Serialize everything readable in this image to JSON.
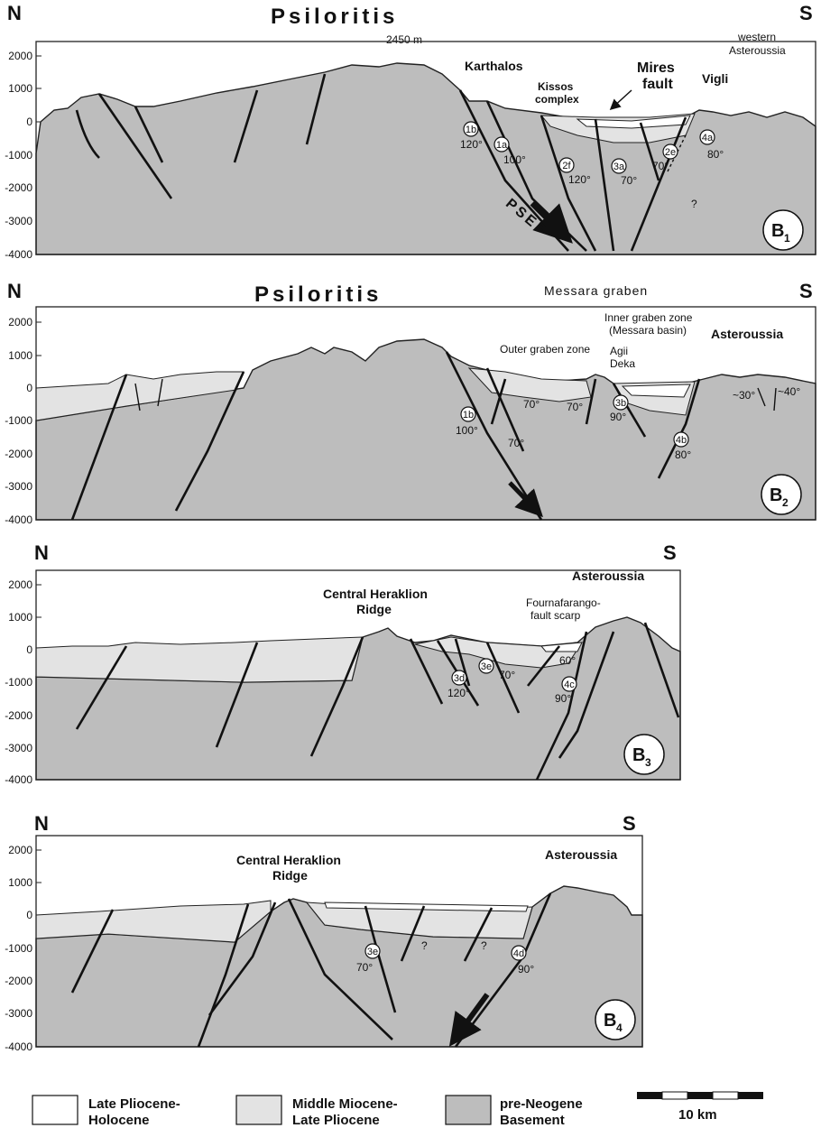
{
  "directions": {
    "north": "N",
    "south": "S"
  },
  "y_axis_ticks": [
    "2000",
    "1000",
    "0",
    "-1000",
    "-2000",
    "-3000",
    "-4000"
  ],
  "panels": {
    "b1": {
      "badge": "B",
      "badge_sub": "1",
      "title": "Psiloritis",
      "elevation": "2450 m",
      "karthalos": "Karthalos",
      "kissos_1": "Kissos",
      "kissos_2": "complex",
      "mires_1": "Mires",
      "mires_2": "fault",
      "vigli": "Vigli",
      "western_1": "western",
      "western_2": "Asteroussia",
      "psef": "PSEF",
      "question": "?",
      "faults": [
        {
          "id": "1b",
          "angle": "120°"
        },
        {
          "id": "1a",
          "angle": "100°"
        },
        {
          "id": "2f",
          "angle": "120°"
        },
        {
          "id": "3a",
          "angle": "70°"
        },
        {
          "id": "2e",
          "angle": "70°"
        },
        {
          "id": "4a",
          "angle": "80°"
        }
      ]
    },
    "b2": {
      "badge": "B",
      "badge_sub": "2",
      "title": "Psiloritis",
      "messara": "Messara graben",
      "inner_1": "Inner graben zone",
      "inner_2": "(Messara basin)",
      "asteroussia": "Asteroussia",
      "outer": "Outer graben zone",
      "agii_1": "Agii",
      "agii_2": "Deka",
      "dip_a": "70°",
      "dip_b": "70°",
      "dip_c": "70°",
      "dip_30": "~30°",
      "dip_40": "~40°",
      "faults": [
        {
          "id": "1b",
          "angle": "100°"
        },
        {
          "id": "3b",
          "angle": "90°"
        },
        {
          "id": "4b",
          "angle": "80°"
        }
      ]
    },
    "b3": {
      "badge": "B",
      "badge_sub": "3",
      "ridge_1": "Central Heraklion",
      "ridge_2": "Ridge",
      "asteroussia": "Asteroussia",
      "fourna_1": "Fournafarango-",
      "fourna_2": "fault scarp",
      "dip_60": "60°",
      "faults": [
        {
          "id": "3d",
          "angle": "120°"
        },
        {
          "id": "3e",
          "angle": "70°"
        },
        {
          "id": "4c",
          "angle": "90°"
        }
      ]
    },
    "b4": {
      "badge": "B",
      "badge_sub": "4",
      "ridge_1": "Central Heraklion",
      "ridge_2": "Ridge",
      "asteroussia": "Asteroussia",
      "question": "?",
      "faults": [
        {
          "id": "3e",
          "angle": "70°"
        },
        {
          "id": "4d",
          "angle": "90°"
        }
      ]
    }
  },
  "legend": {
    "late_1": "Late Pliocene-",
    "late_2": "Holocene",
    "mid_1": "Middle Miocene-",
    "mid_2": "Late Pliocene",
    "pre_1": "pre-Neogene",
    "pre_2": "Basement",
    "scale": "10 km"
  },
  "colors": {
    "basement": "#bdbdbd",
    "miocene_pliocene": "#e3e3e3",
    "late_pliocene_holocene": "#ffffff"
  }
}
